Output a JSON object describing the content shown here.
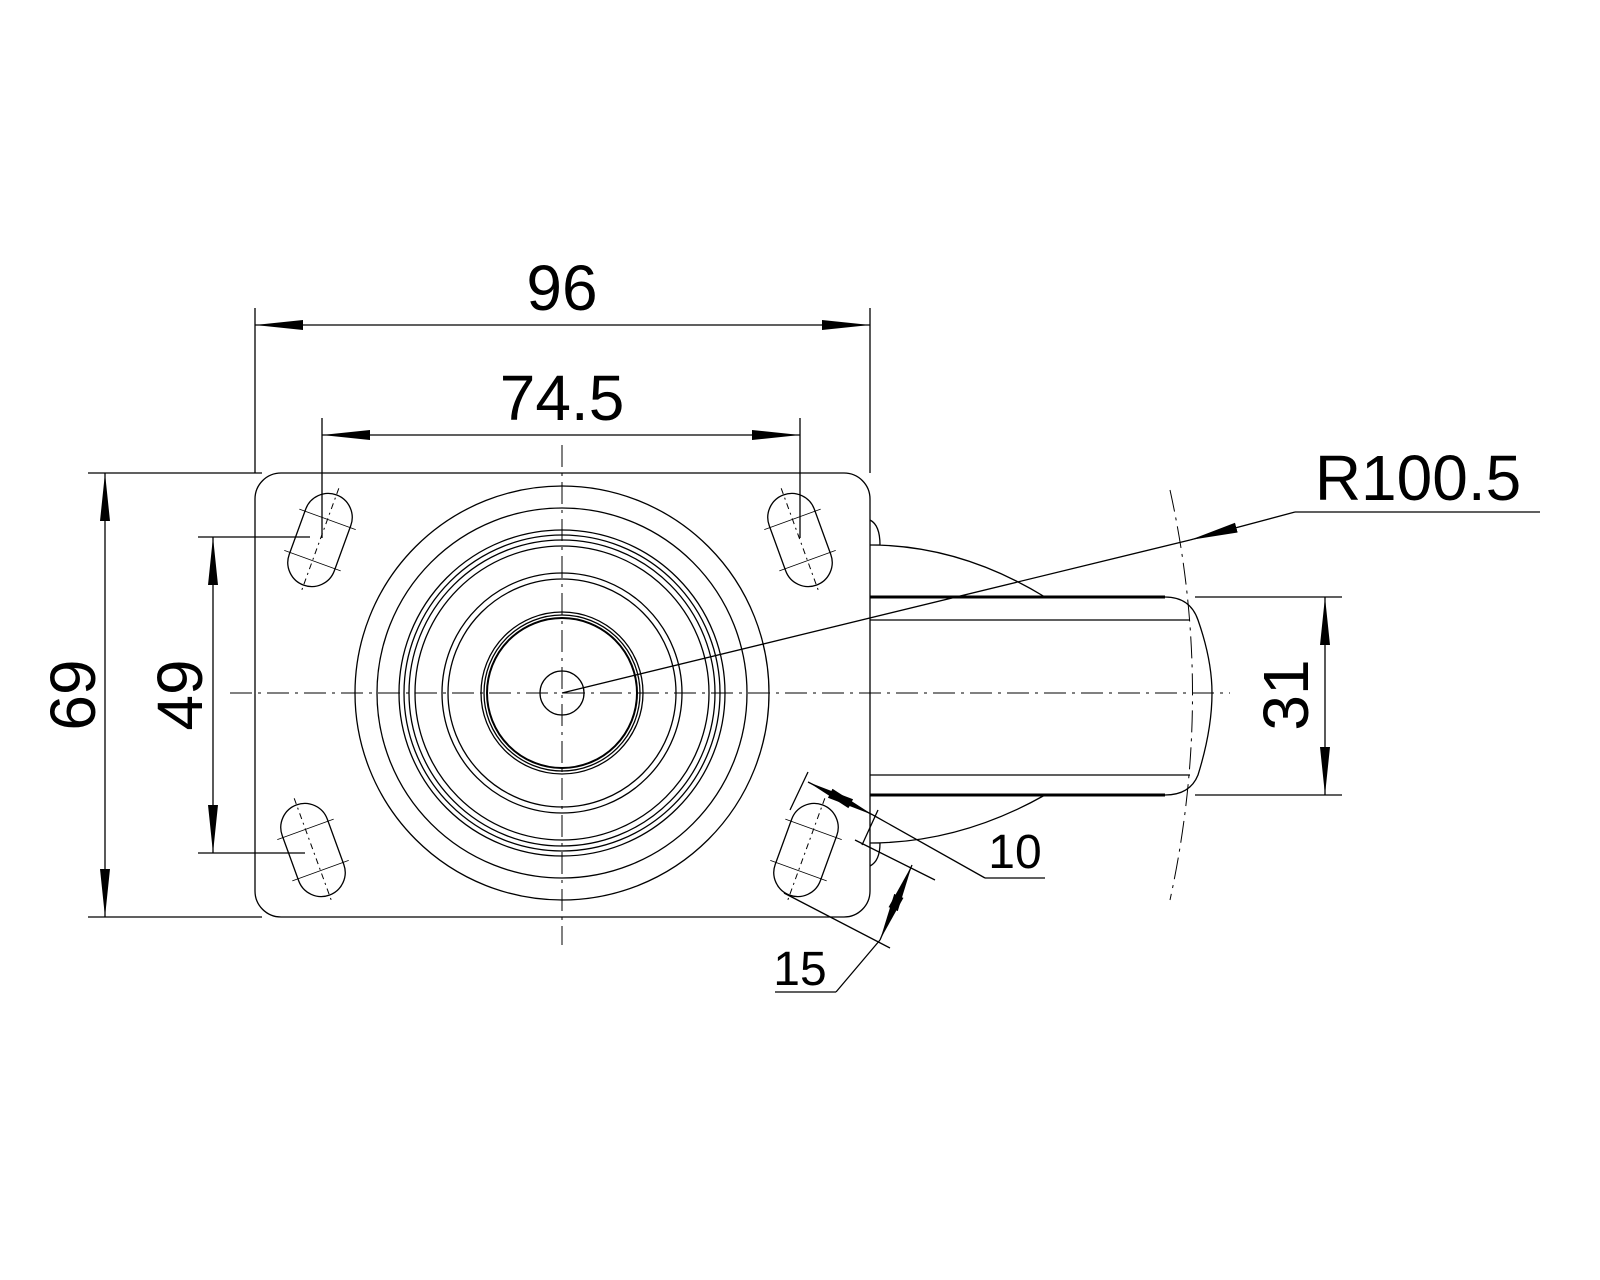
{
  "drawing": {
    "dimensions": {
      "plate_width": "96",
      "hole_spacing_x": "74.5",
      "plate_height": "69",
      "hole_spacing_y": "49",
      "wheel_width": "31",
      "swivel_radius": "R100.5",
      "slot_width": "10",
      "slot_length": "15"
    },
    "colors": {
      "line": "#000000",
      "background": "#ffffff"
    }
  }
}
